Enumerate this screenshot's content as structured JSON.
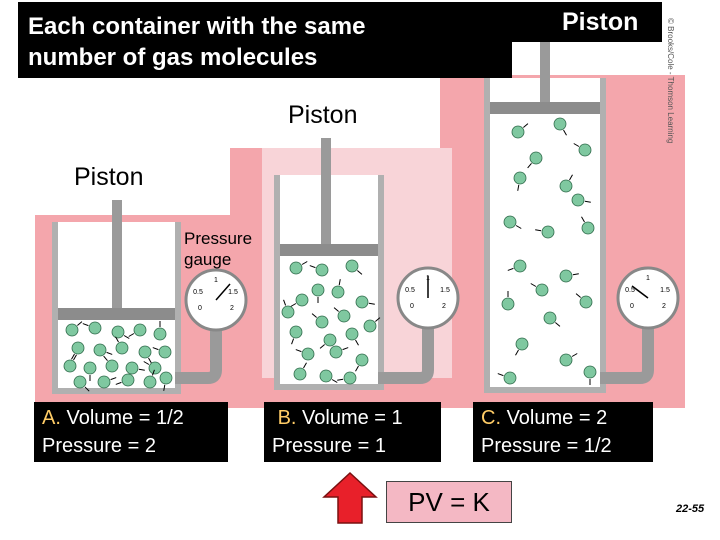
{
  "title": {
    "line1": "Each container with the same",
    "line2": "number of gas molecules"
  },
  "labels": {
    "piston_c": "Piston",
    "piston_b": "Piston",
    "piston_a": "Piston",
    "gauge_line1": "Pressure",
    "gauge_line2": "gauge"
  },
  "captions": [
    {
      "letter": "A.",
      "line1": "Volume = 1/2",
      "line2": "Pressure = 2"
    },
    {
      "letter": "B.",
      "line1": "Volume = 1",
      "line2": "Pressure = 1"
    },
    {
      "letter": "C.",
      "line1": "Volume = 2",
      "line2": "Pressure = 1/2"
    }
  ],
  "formula": "PV = K",
  "slide_number": "22-55",
  "credit": "© Brooks/Cole - Thomson Learning",
  "gauge_ticks": {
    "left": "0.5",
    "top": "1",
    "right": "1.5",
    "bottom_left": "0",
    "bottom_right": "2"
  },
  "colors": {
    "background_pink": "#f4a6ac",
    "light_pink": "#f8d4d8",
    "molecule": "#7fc8a0",
    "arrow": "#d6202c"
  },
  "icons": [
    "up-arrow-icon"
  ]
}
